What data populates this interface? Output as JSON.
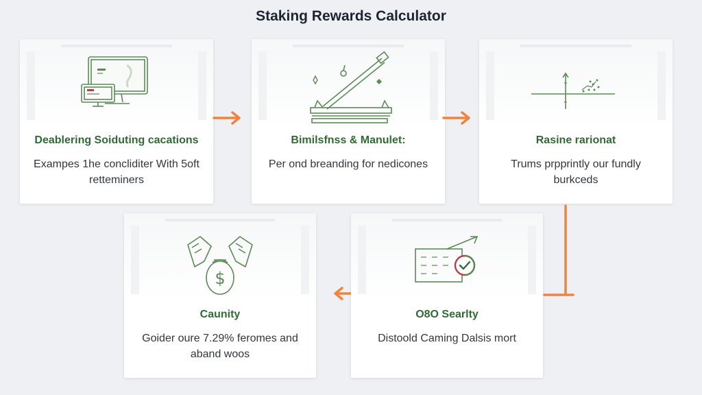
{
  "title": "Staking Rewards Calculator",
  "colors": {
    "accent": "#f0843c",
    "title_green": "#2f6b32",
    "icon_green": "#5b8a55",
    "check_red": "#c0394b"
  },
  "cards": [
    {
      "title": "Deablering Soiduting cacations",
      "desc_line1": "Exampes 1he concliditer With 5oft",
      "desc_line2": "retteminers",
      "icon": "computer-monitor-icon"
    },
    {
      "title": "Bimilsfnss & Manulet:",
      "desc_line1": "Per ond breanding for nedicones",
      "desc_line2": "",
      "icon": "lever-ramp-icon"
    },
    {
      "title": "Rasine rarionat",
      "desc_line1": "Trums prpprintly our fundly",
      "desc_line2": "burkceds",
      "icon": "graph-axes-icon"
    },
    {
      "title": "Caunity",
      "desc_line1": "Goider oure 7.29% feromes and",
      "desc_line2": "aband woos",
      "icon": "money-bag-hands-icon"
    },
    {
      "title": "O8O Searlty",
      "desc_line1": "Distoold Caming Dalsis mort",
      "desc_line2": "",
      "icon": "document-check-icon"
    }
  ]
}
